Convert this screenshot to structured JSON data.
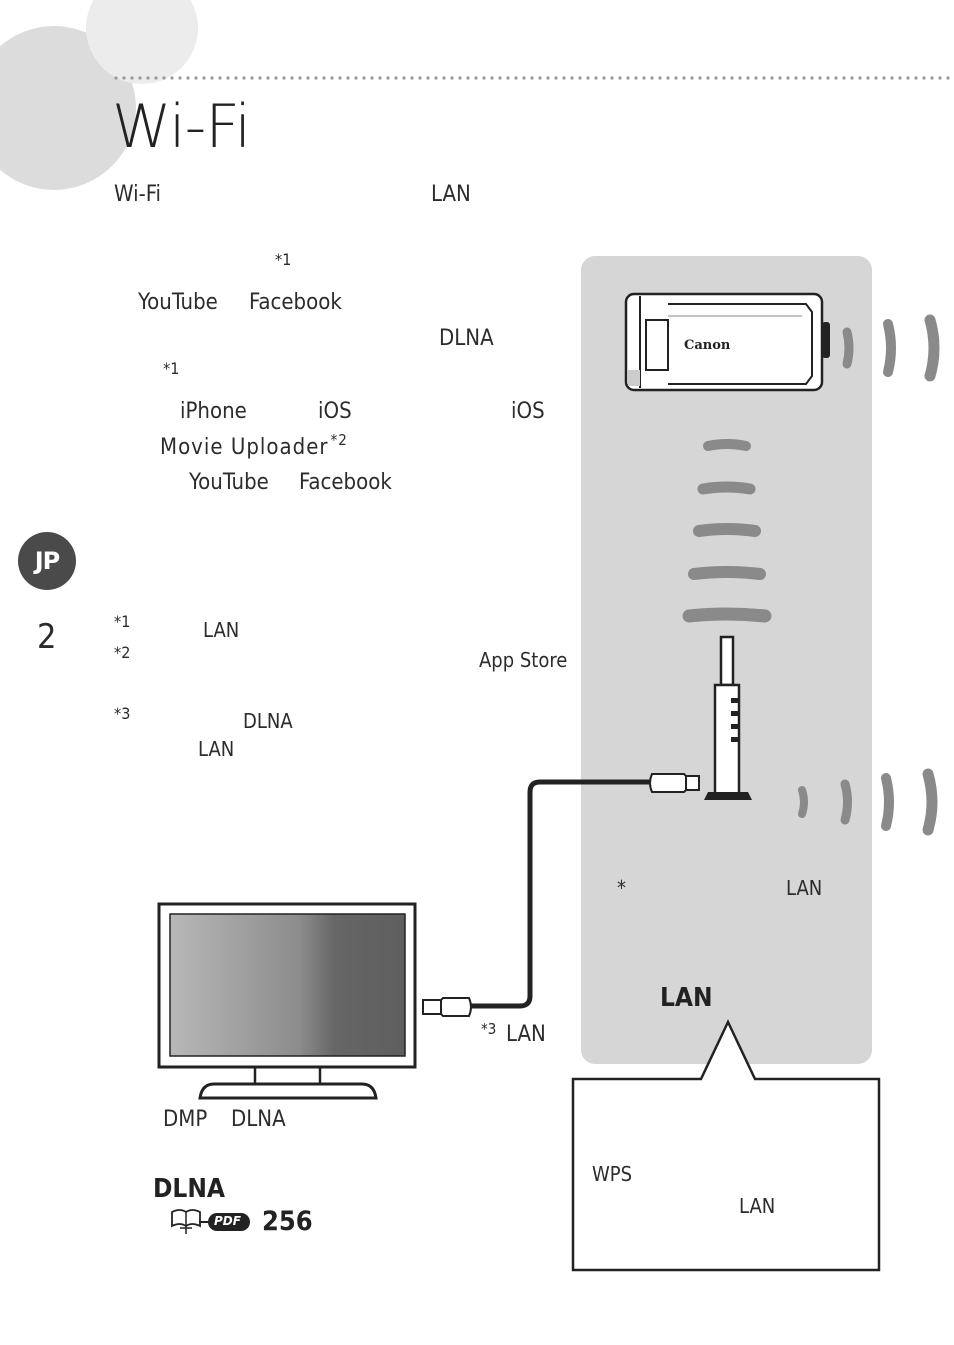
{
  "page": {
    "title": "Wi-Fi",
    "intro_left": "Wi-Fi",
    "intro_right": "LAN",
    "badge": "JP",
    "page_number": "2"
  },
  "features": {
    "f1_star": "*1",
    "f1_youtube": "YouTube",
    "f1_facebook": "Facebook",
    "f2_dlna": "DLNA",
    "f2_star": "*1",
    "f3_iphone": "iPhone",
    "f3_ios_a": "iOS",
    "f3_ios_b": "iOS",
    "f3_app": "Movie Uploader",
    "f3_sup": "*2",
    "f3_youtube": "YouTube",
    "f3_facebook": "Facebook"
  },
  "footnotes": {
    "n1_mark": "*1",
    "n1_lan": "LAN",
    "n2_mark": "*2",
    "n2_store": "App Store",
    "n3_mark": "*3",
    "n3_dlna": "DLNA",
    "n3_lan": "LAN"
  },
  "diagram": {
    "camera_brand": "Canon",
    "router_note_star": "*",
    "router_note_lan": "LAN",
    "lan_heading": "LAN",
    "cable_label_sup": "*3",
    "cable_label": "LAN",
    "tv_caption_dmp": "DMP",
    "tv_caption_dlna": "DLNA",
    "dlna_heading": "DLNA",
    "pdf_icon_text": "PDF",
    "ref_page": "256",
    "callout_wps": "WPS",
    "callout_lan": "LAN"
  }
}
